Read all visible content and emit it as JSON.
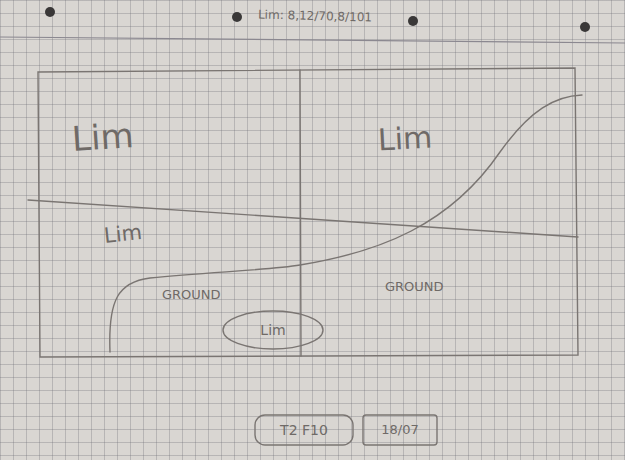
{
  "diagram": {
    "title": "Lim: 8,12/70,8/101",
    "nodes": [
      {
        "text": [
          "GROUND"
        ]
      },
      {
        "text": [
          "Lim"
        ],
        "in": 0
      },
      {
        "text": [
          "T2 F10"
        ]
      },
      {
        "text": [
          "18/07"
        ]
      }
    ],
    "labels": [
      "Lim",
      "Lim",
      "Lim",
      "GROUND"
    ]
  }
}
